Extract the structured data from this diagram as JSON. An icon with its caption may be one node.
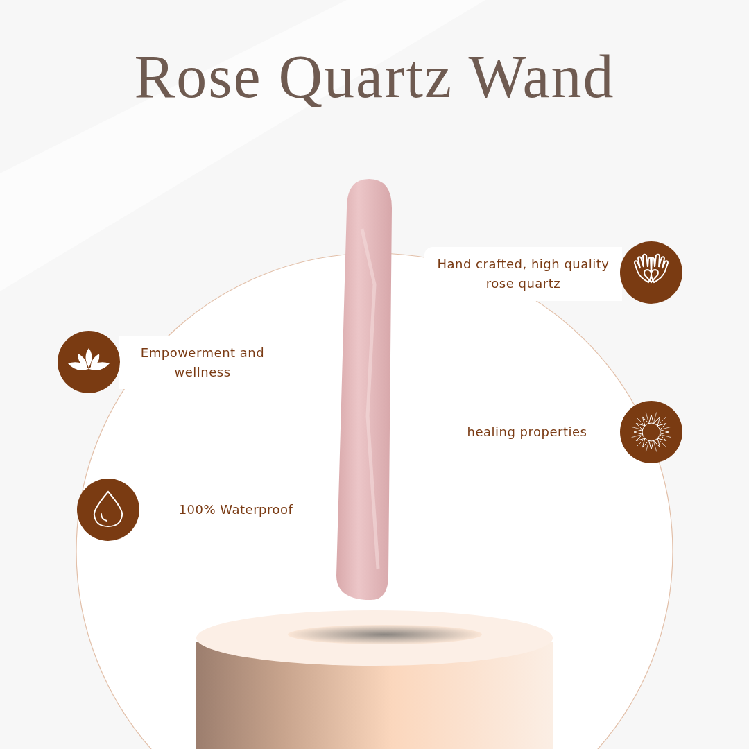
{
  "diagram": {
    "title": "Rose Quartz Wand",
    "nodes": [
      {
        "text": [
          "Hand crafted, high quality rose quartz"
        ]
      },
      {
        "text": [
          "Empowerment and wellness"
        ]
      },
      {
        "text": [
          "healing properties"
        ]
      },
      {
        "text": [
          "100% Waterproof"
        ]
      }
    ]
  }
}
